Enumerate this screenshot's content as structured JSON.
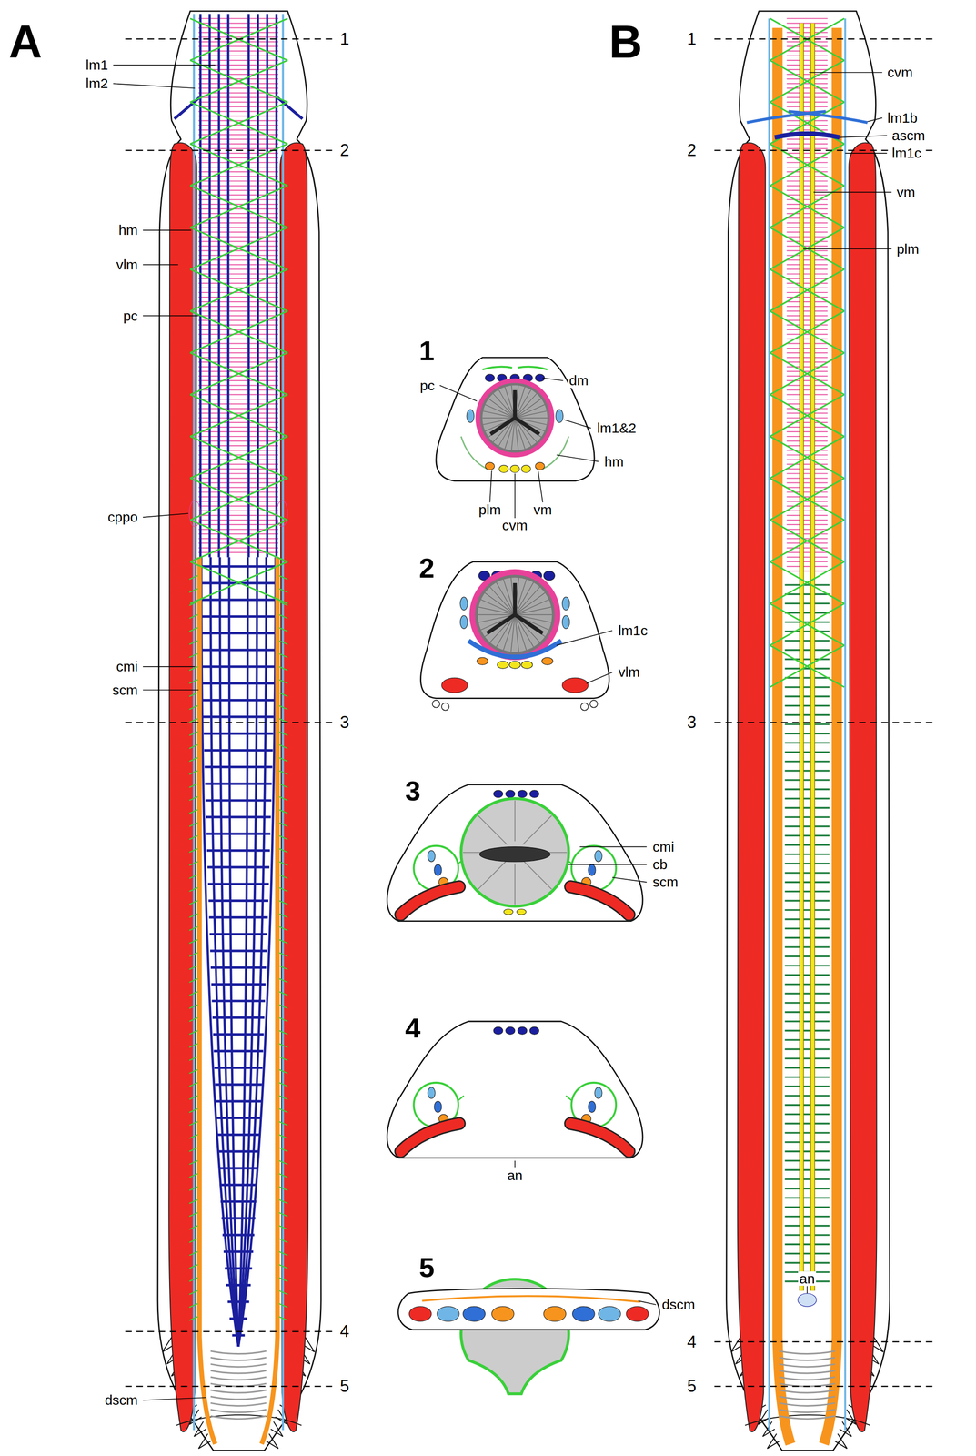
{
  "diagram": {
    "labels": [
      "A",
      "1",
      "2",
      "3",
      "4",
      "5",
      "lm1",
      "lm2",
      "hm",
      "vlm",
      "pc",
      "cppo",
      "cmi",
      "scm",
      "dscm",
      "1",
      "pc",
      "dm",
      "lm1&2",
      "hm",
      "plm",
      "cvm",
      "vm",
      "2",
      "lm1c",
      "vlm",
      "3",
      "cmi",
      "cb",
      "scm",
      "4",
      "an",
      "5",
      "dscm",
      "B",
      "1",
      "2",
      "3",
      "4",
      "5",
      "cvm",
      "lm1b",
      "ascm",
      "lm1c",
      "vm",
      "plm",
      "an"
    ]
  }
}
